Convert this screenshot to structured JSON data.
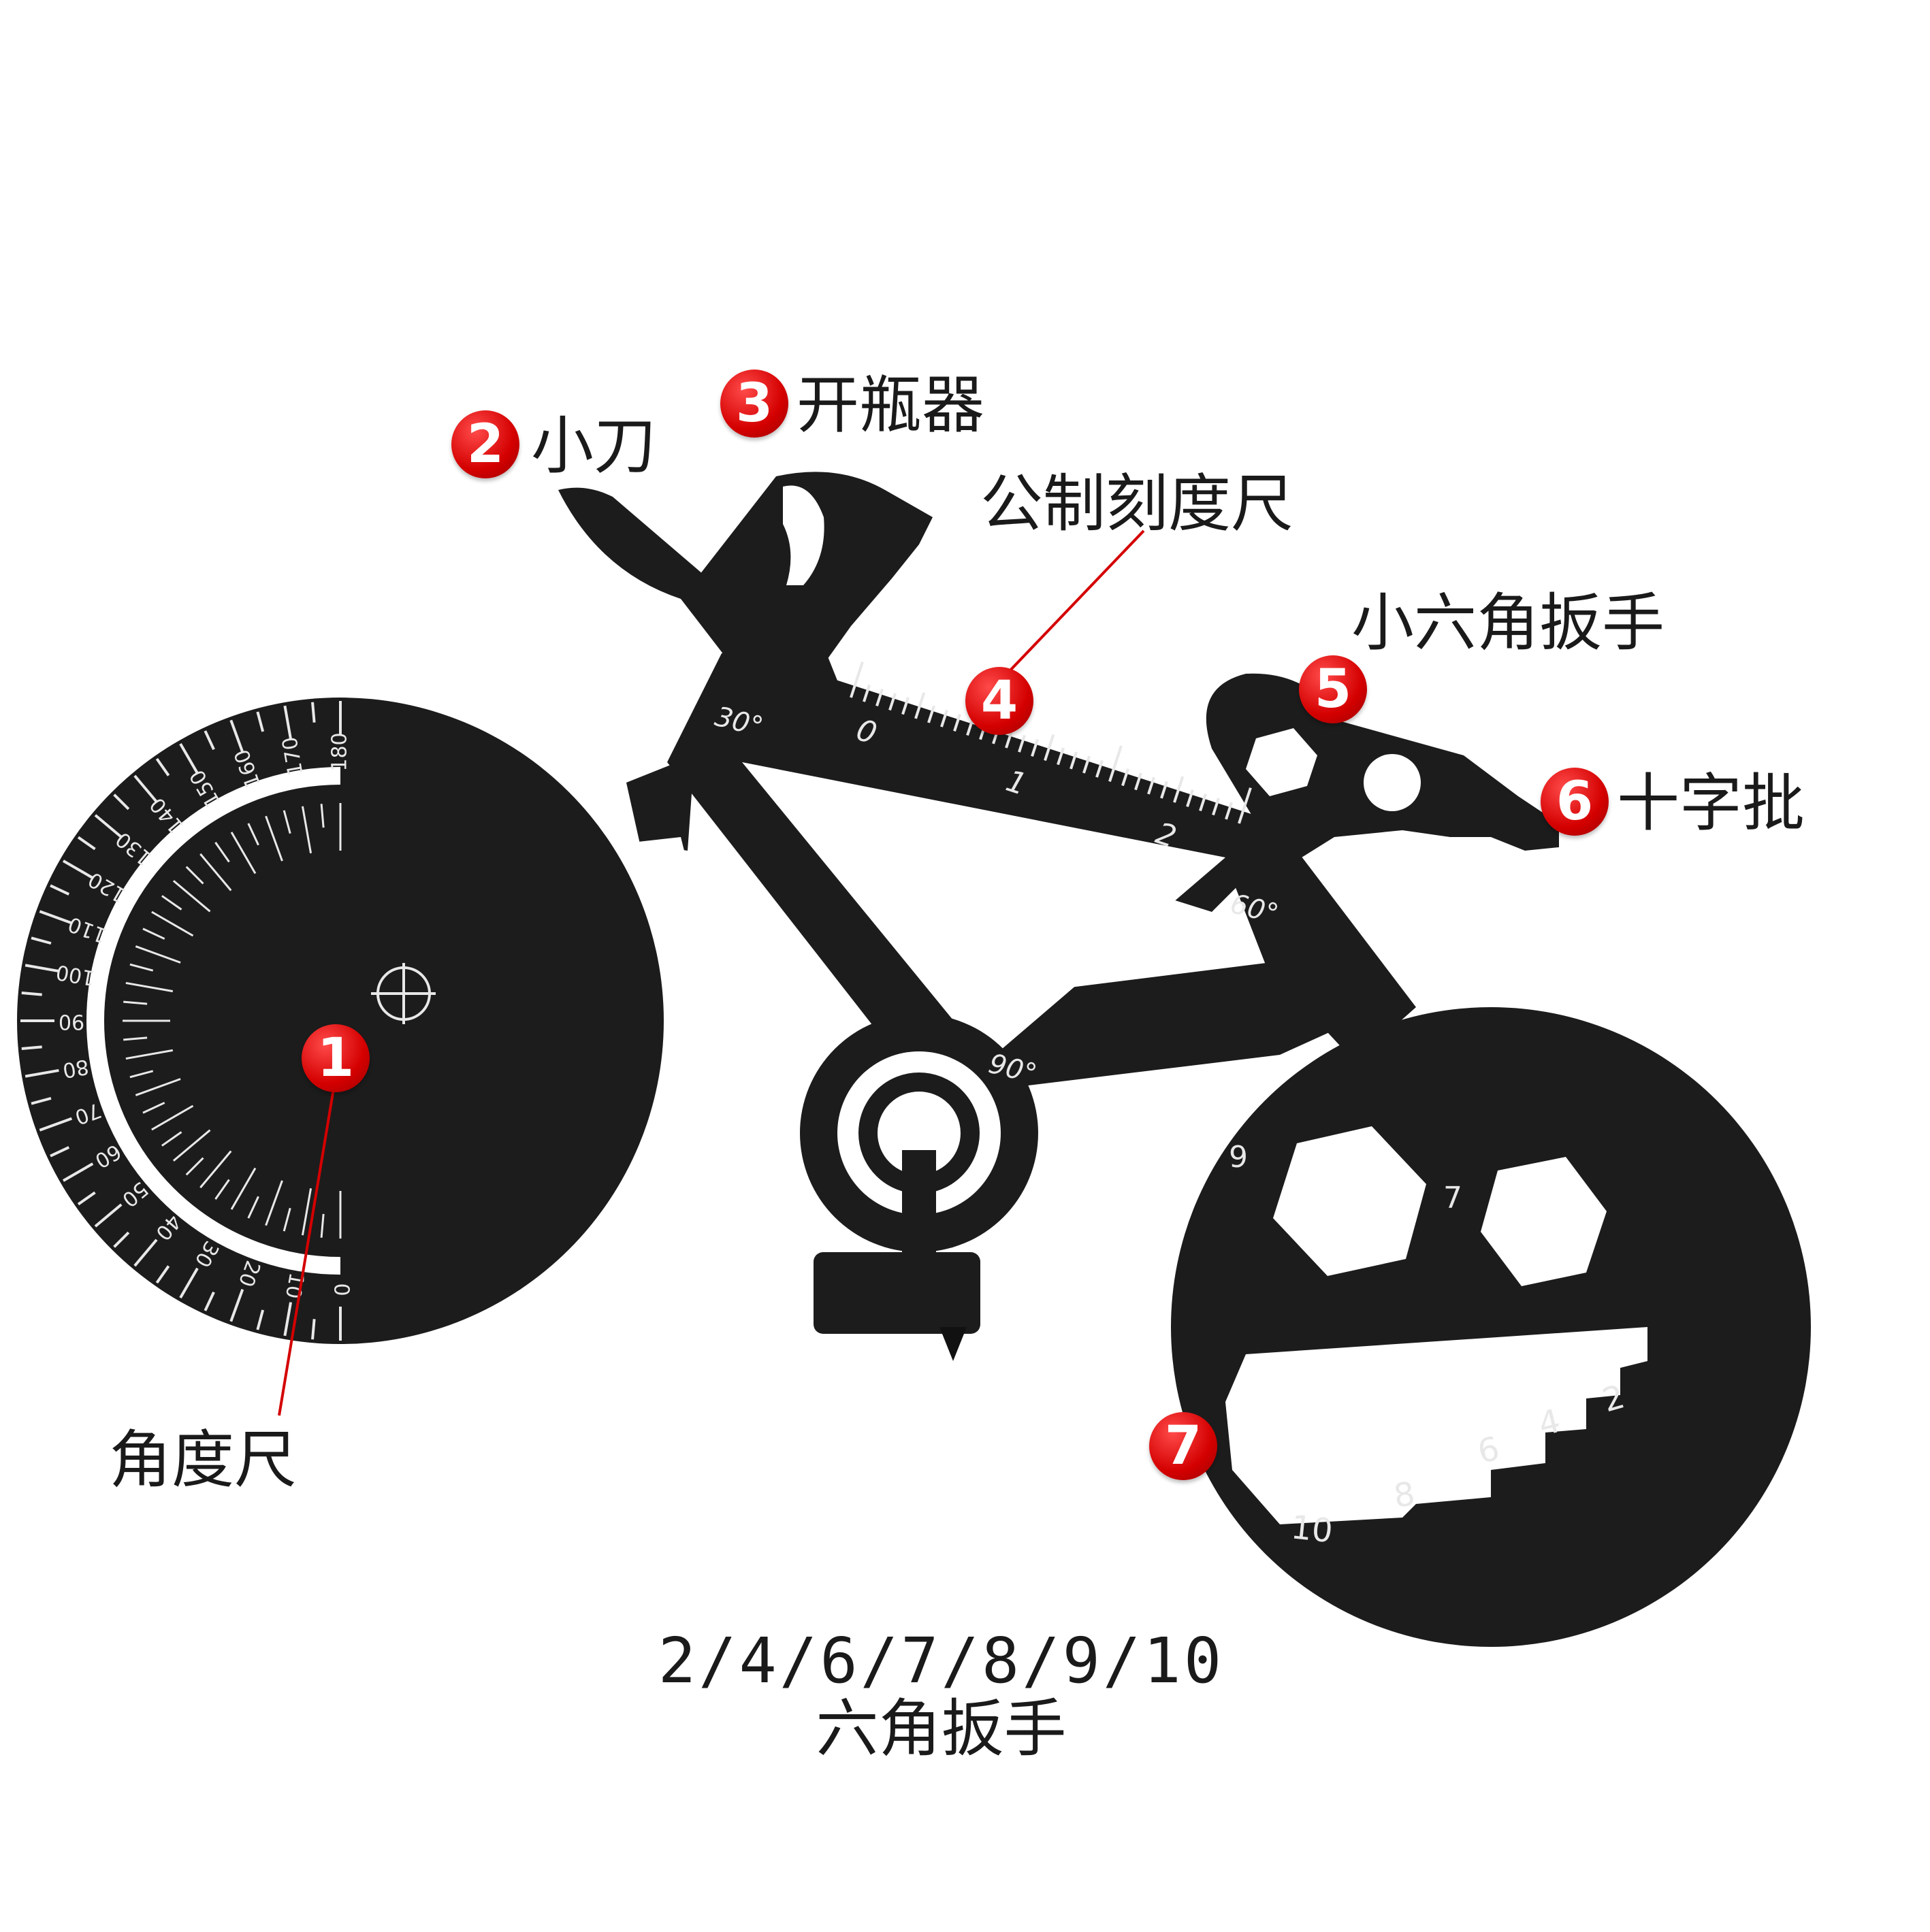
{
  "callouts": [
    {
      "number": "1",
      "label": "角度尺"
    },
    {
      "number": "2",
      "label": "小刀"
    },
    {
      "number": "3",
      "label": "开瓶器"
    },
    {
      "number": "4",
      "label": "公制刻度尺"
    },
    {
      "number": "5",
      "label": "小六角扳手"
    },
    {
      "number": "6",
      "label": "十字批"
    },
    {
      "number": "7",
      "label": ""
    }
  ],
  "tool_engravings": {
    "angle_30": "30°",
    "angle_60": "60°",
    "angle_90": "90°",
    "ruler_0": "0",
    "ruler_1": "1",
    "ruler_2": "2",
    "hex_9": "9",
    "hex_7": "7",
    "stepped_10": "10",
    "stepped_8": "8",
    "stepped_6": "6",
    "stepped_4": "4",
    "stepped_2": "2"
  },
  "protractor_outer_labels": [
    "0",
    "10",
    "20",
    "30",
    "40",
    "50",
    "60",
    "70",
    "80",
    "90",
    "100",
    "110",
    "120",
    "130",
    "140",
    "150",
    "160",
    "170",
    "180"
  ],
  "caption": {
    "sizes": "2/4/6/7/8/9/10",
    "name": "六角扳手"
  },
  "colors": {
    "metal": "#1c1c1c",
    "badge": "#d40000",
    "leader": "#d40000",
    "engraving": "#e8e8e8"
  }
}
